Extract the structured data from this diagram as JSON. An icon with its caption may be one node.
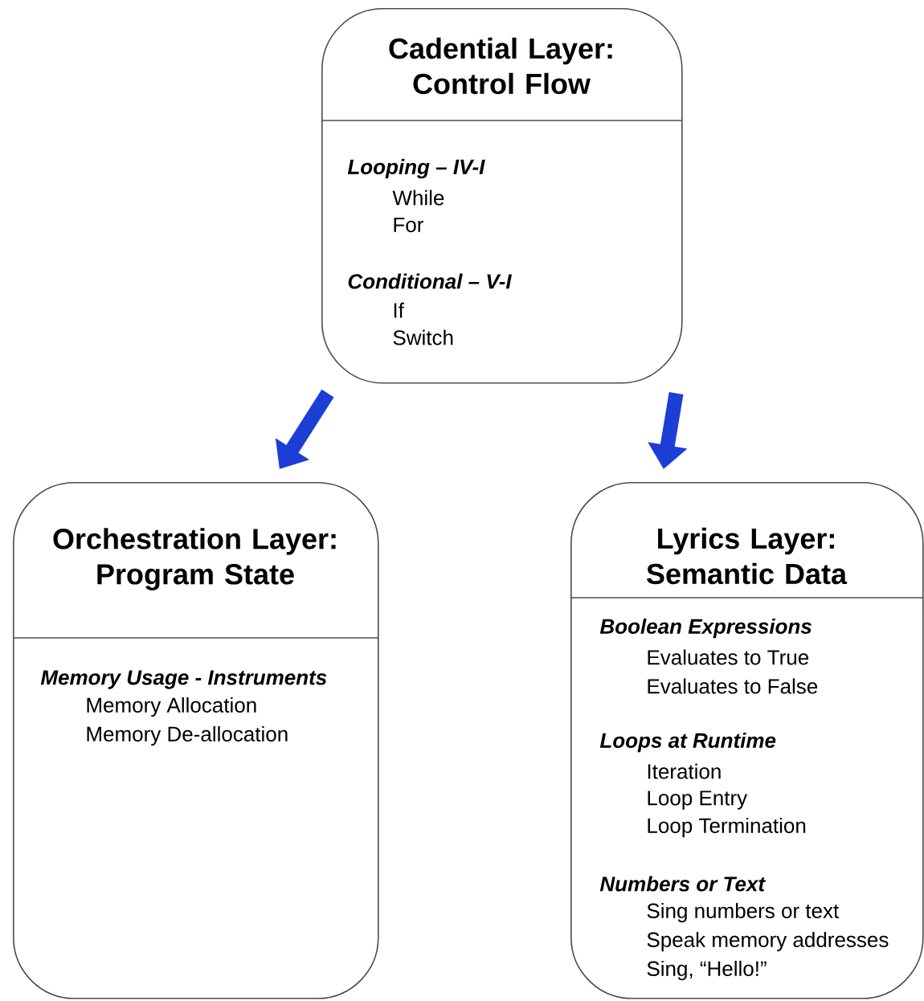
{
  "diagram": {
    "nodes": [
      {
        "text": [
          "Cadential Layer: Control Flow",
          "Looping – IV-I",
          "While",
          "For",
          "Conditional – V-I",
          "If",
          "Switch"
        ]
      },
      {
        "text": [
          "Orchestration Layer: Program State",
          "Memory Usage - Instruments",
          "Memory Allocation",
          "Memory De-allocation"
        ]
      },
      {
        "text": [
          "Lyrics Layer: Semantic Data",
          "Boolean Expressions",
          "Evaluates to True",
          "Evaluates to False",
          "Loops at Runtime",
          "Iteration",
          "Loop Entry",
          "Loop Termination",
          "Numbers or Text",
          "Sing numbers or text",
          "Speak memory addresses",
          "Sing, “Hello!”"
        ]
      }
    ],
    "edges": [
      {
        "from": 0,
        "to": 1,
        "arrow": "to"
      },
      {
        "from": 0,
        "to": 2,
        "arrow": "to"
      }
    ]
  }
}
